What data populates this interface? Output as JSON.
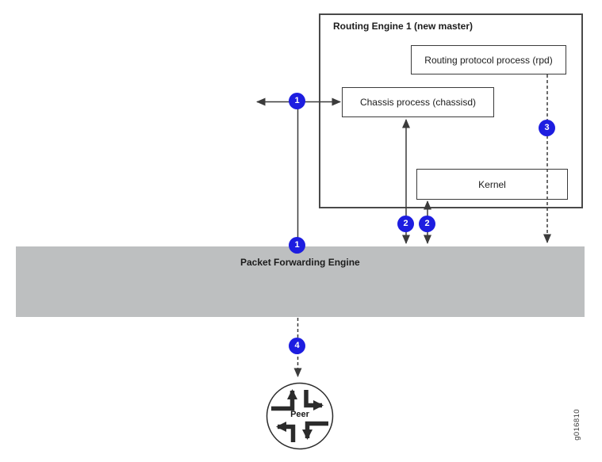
{
  "title": "Routing Engine 1 (new master)",
  "boxes": {
    "rpd": {
      "label": "Routing protocol process (rpd)"
    },
    "chassisd": {
      "label": "Chassis process (chassisd)"
    },
    "kernel": {
      "label": "Kernel"
    }
  },
  "pfe": {
    "label": "Packet Forwarding Engine"
  },
  "peer": {
    "label": "Peer"
  },
  "badges": [
    {
      "id": "step-1-chassisd-link",
      "label": "1"
    },
    {
      "id": "step-1-pfe-link",
      "label": "1"
    },
    {
      "id": "step-2-chassisd-pfe",
      "label": "2"
    },
    {
      "id": "step-2-kernel-pfe",
      "label": "2"
    },
    {
      "id": "step-3-rpd-pfe",
      "label": "3"
    },
    {
      "id": "step-4-pfe-peer",
      "label": "4"
    }
  ],
  "figure_id": "g016810",
  "colors": {
    "badge_blue": "#1d1de0",
    "pfe_gray": "#bdbfc0",
    "line_dark": "#3b3b3b"
  }
}
